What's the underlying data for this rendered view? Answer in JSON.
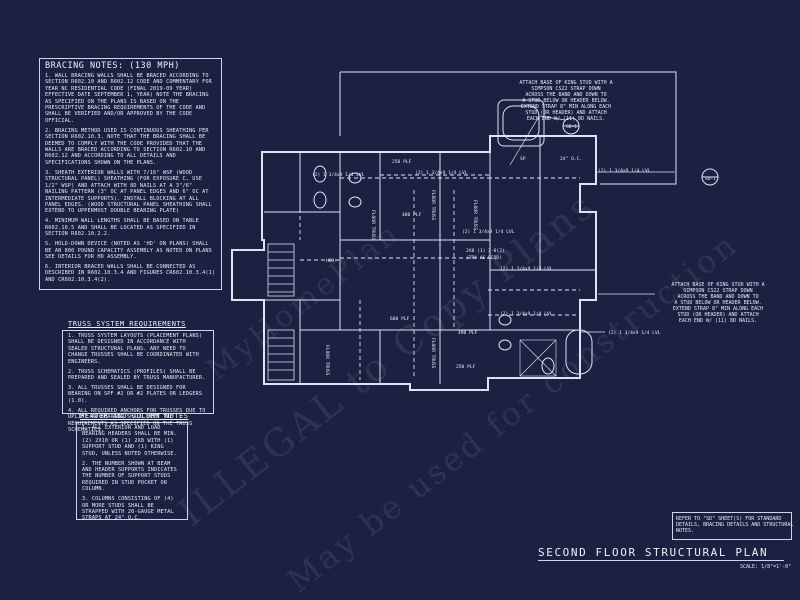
{
  "bracing_notes": {
    "title": "BRACING NOTES: (130 MPH)",
    "paragraphs": [
      "1. WALL BRACING WALLS SHALL BE BRACED ACCORDING TO SECTION R602.10 AND R602.12 CODE AND COMMENTARY FOR YEAR NC RESIDENTIAL CODE (FINAL 2019-09 YEAR) EFFECTIVE DATE SEPTEMBER 1, YEAR) NOTE THE BRACING AS SPECIFIED ON THE PLANS IS BASED ON THE PRESCRIPTIVE BRACING REQUIREMENTS OF THE CODE AND SHALL BE VERIFIED AND/OR APPROVED BY THE CODE OFFICIAL.",
      "2. BRACING METHOD USED IS CONTINUOUS SHEATHING PER SECTION R602.10.3. NOTE THAT THE BRACING SHALL BE DEEMED TO COMPLY WITH THE CODE PROVIDED THAT THE WALLS ARE BRACED ACCORDING TO SECTION R602.10 AND R602.12 AND ACCORDING TO ALL DETAILS AND SPECIFICATIONS SHOWN ON THE PLANS.",
      "3. SHEATH EXTERIOR WALLS WITH 7/16\" WSP (WOOD STRUCTURAL PANEL) SHEATHING (FOR EXPOSURE C, USE 1/2\" WSP) AND ATTACH WITH 8D NAILS AT A 3\"/6\" NAILING PATTERN (3\" OC AT PANEL EDGES AND 6\" OC AT INTERMEDIATE SUPPORTS). INSTALL BLOCKING AT ALL PANEL EDGES. (WOOD STRUCTURAL PANEL SHEATHING SHALL EXTEND TO UPPERMOST DOUBLE BEARING PLATE)",
      "4. MINIMUM WALL LENGTHS SHALL BE BASED ON TABLE R602.10.5 AND SHALL BE LOCATED AS SPECIFIED IN SECTION R602.10.2.2.",
      "5. HOLD-DOWN DEVICE (NOTED AS 'HD' ON PLANS) SHALL BE AN 800 POUND CAPACITY ASSEMBLY AS NOTED ON PLANS SEE DETAILS FOR HD ASSEMBLY.",
      "6. INTERIOR BRACED WALLS SHALL BE CONNECTED AS DESCRIBED IN R602.10.3.4 AND FIGURES CR602.10.3.4(1) AND CR602.10.3.4(2)."
    ]
  },
  "truss_requirements": {
    "title": "TRUSS SYSTEM REQUIREMENTS",
    "paragraphs": [
      "1. TRUSS SYSTEM LAYOUTS (PLACEMENT PLANS) SHALL BE DESIGNED IN ACCORDANCE WITH SEALED STRUCTURAL PLANS. ANY NEED TO CHANGE TRUSSES SHALL BE COORDINATED WITH ENGINEERS.",
      "2. TRUSS SCHEMATICS (PROFILES) SHALL BE PREPARED AND SEALED BY TRUSS MANUFACTURER.",
      "3. ALL TRUSSES SHALL BE DESIGNED FOR BEARING ON SPF #2 OR #2 PLATES OR LEDGERS (1.0).",
      "4. ALL REQUIRED ANCHORS FOR TRUSSES DUE TO UPLIFT OR BEARING SHALL MEET THE REQUIREMENTS AS SPECIFIED ON THE TRUSS SCHEMATICS."
    ]
  },
  "header_column_notes": {
    "title": "HEADER AND COLUMN NOTES",
    "paragraphs": [
      "1. ALL EXTERIOR AND LOAD BEARING HEADERS SHALL BE MIN. (2) 2X10 OR (1) 2X8 WITH (1) SUPPORT STUD AND (1) KING STUD, UNLESS NOTED OTHERWISE.",
      "2. THE NUMBER SHOWN AT BEAM AND HEADER SUPPORTS INDICATES THE NUMBER OF SUPPORT STUDS REQUIRED IN STUD POCKET OR COLUMN.",
      "3. COLUMNS CONSISTING OF (4) OR MORE STUDS SHALL BE STRAPPED WITH 20-GAUGE METAL STRAPS AT 24\" O.C."
    ]
  },
  "plan_labels": {
    "callout_top": [
      "ATTACH BASE OF KING STUD WITH A",
      "SIMPSON CS22 STRAP DOWN",
      "ACROSS THE BAND AND DOWN TO",
      "A STUD BELOW OR HEADER BELOW.",
      "EXTEND STRAP 8\" MIN ALONG EACH",
      "STUD (OR HEADER) AND ATTACH",
      "EACH END W/ (11) 8D NAILS."
    ],
    "callout_right": [
      "ATTACH BASE OF KING STUD WITH A",
      "SIMPSON CS22 STRAP DOWN",
      "ACROSS THE BAND AND DOWN TO",
      "A STUD BELOW OR HEADER BELOW.",
      "EXTEND STRAP 8\" MIN ALONG EACH",
      "STUD (OR HEADER) AND ATTACH",
      "EACH END W/ (11) 8D NAILS."
    ],
    "lvl_1": "(2) 1 3/4x9 1/4 LVL",
    "lvl_2": "(2) 1 3/4x9 1/4 LVL",
    "lvl_3": "(2) 1 3/4x9 1/4 LVL",
    "lvl_4": "(2) 1 3/4x9 1/4 LVL",
    "lvl_5": "(2) 1 3/4x9 1/4 LVL",
    "lvl_6": "(2) 1 3/4x9 1/4 LVL",
    "lvl_7": "(2) 1 3/4x9 1/4 LVL",
    "beam_note": "2X8 (1) 2-8(2)",
    "beam_note2": "(TRY AS REQD)",
    "hgr": "HGR",
    "plf_1": "250 PLF",
    "plf_2": "480 PLF",
    "plf_3": "490 PLF",
    "plf_4": "490 PLF",
    "plf_5": "250 PLF",
    "plf_6": "600 PLF",
    "floor_truss_1": "FLOOR TRUSS",
    "floor_truss_2": "FLOOR TRUSS",
    "floor_truss_3": "FLOOR TRUSS",
    "floor_truss_4": "FLOOR TRUSS",
    "floor_truss_5": "FLOOR TRUSS",
    "sp": "SP",
    "sd_1": "SD-1",
    "sd_2": "SD-1",
    "dim": "24\" O.C.",
    "floor_sys": "FLOOR TRUSS"
  },
  "refer_note": "REFER TO \"SD\" SHEET(S) FOR STANDARD DETAILS, BRACING DETAILS AND STRUCTURAL NOTES.",
  "sheet_title": "SECOND FLOOR STRUCTURAL PLAN",
  "scale": "SCALE: 1/8\"=1'-0\"",
  "watermark": [
    "ILLEGAL to Copy Plans",
    "May be used for construction",
    "MyHomePlan"
  ],
  "colors": {
    "background": "#1b2140",
    "linework": "#dfe3f3"
  }
}
